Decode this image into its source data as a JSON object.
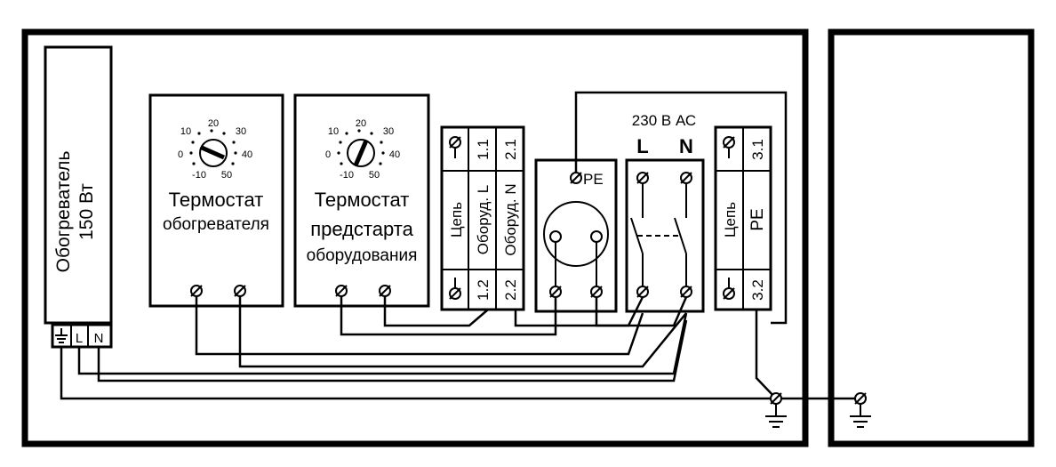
{
  "heater": {
    "label_line1": "Обогреватель",
    "label_line2": "150 Вт",
    "terminals": [
      "L",
      "N"
    ]
  },
  "thermostat_heater": {
    "title_line1": "Термостат",
    "title_line2": "обогревателя",
    "scale": [
      "20",
      "10",
      "30",
      "0",
      "40",
      "-10",
      "50"
    ]
  },
  "thermostat_prestart": {
    "title_line1": "Термостат",
    "title_line2": "предстарта",
    "title_line3": "оборудования",
    "scale": [
      "20",
      "10",
      "30",
      "0",
      "40",
      "-10",
      "50"
    ]
  },
  "terminal_block_1": {
    "circuit_label": "Цепь",
    "label_L": "Оборуд. L",
    "label_N": "Оборуд. N",
    "code_11": "1.1",
    "code_21": "2.1",
    "code_12": "1.2",
    "code_22": "2.2"
  },
  "socket": {
    "pe_label": "PE"
  },
  "breaker": {
    "supply_label": "230 В АС",
    "label_L": "L",
    "label_N": "N"
  },
  "terminal_block_2": {
    "circuit_label": "Цепь",
    "pe_label": "PE",
    "code_31": "3.1",
    "code_32": "3.2"
  }
}
